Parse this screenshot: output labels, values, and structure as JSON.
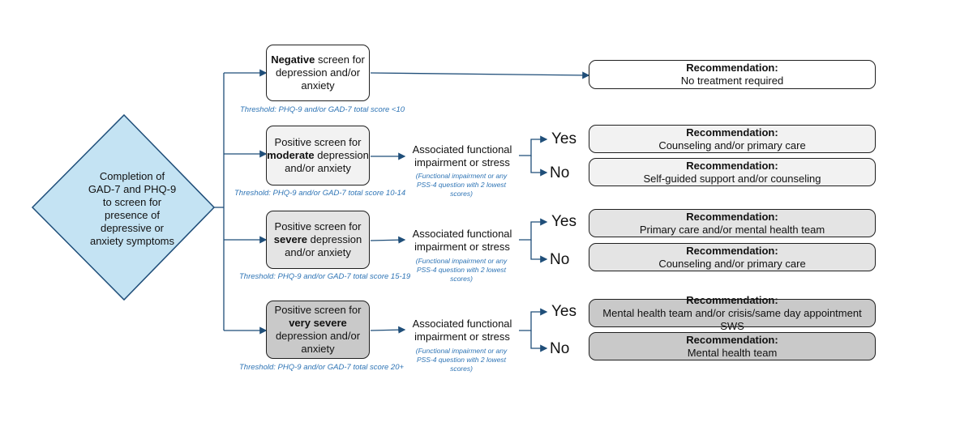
{
  "start": {
    "lines": [
      "Completion of",
      "GAD-7 and PHQ-9",
      "to screen for",
      "presence of",
      "depressive or",
      "anxiety symptoms"
    ]
  },
  "screens": [
    {
      "pre": "",
      "bold": "Negative",
      "post": " screen for depression and/or anxiety",
      "threshold": "Threshold:  PHQ-9 and/or GAD-7 total score <10",
      "fill": "#ffffff"
    },
    {
      "pre": "Positive screen for ",
      "bold": "moderate",
      "post": " depression and/or anxiety",
      "threshold": "Threshold:  PHQ-9 and/or GAD-7 total score 10-14",
      "fill": "#f2f2f2"
    },
    {
      "pre": "Positive screen for ",
      "bold": "severe",
      "post": " depression and/or anxiety",
      "threshold": "Threshold:  PHQ-9 and/or GAD-7 total score 15-19",
      "fill": "#e4e4e4"
    },
    {
      "pre": "Positive screen for ",
      "bold": "very severe",
      "post": " depression and/or anxiety",
      "threshold": "Threshold:  PHQ-9 and/or GAD-7 total score 20+",
      "fill": "#c9c9c9"
    }
  ],
  "assoc": {
    "label": "Associated functional impairment or stress",
    "note": "(Functional impairment or any PSS-4 question with 2 lowest scores)"
  },
  "yes_label": "Yes",
  "no_label": "No",
  "rec_title": "Recommendation:",
  "recommendations": [
    {
      "text": "No treatment required",
      "fill": "#ffffff"
    },
    {
      "text": "Counseling and/or primary care",
      "fill": "#f2f2f2"
    },
    {
      "text": "Self-guided support and/or counseling",
      "fill": "#f2f2f2"
    },
    {
      "text": "Primary care and/or mental health team",
      "fill": "#e4e4e4"
    },
    {
      "text": "Counseling and/or primary care",
      "fill": "#e4e4e4"
    },
    {
      "text": "Mental health team and/or crisis/same day appointment SWS",
      "fill": "#c9c9c9"
    },
    {
      "text": "Mental health team",
      "fill": "#c9c9c9"
    }
  ],
  "colors": {
    "connector": "#1f4e79",
    "diamond_fill": "#c4e3f3",
    "diamond_stroke": "#1f4e79",
    "note": "#2e74b5"
  }
}
